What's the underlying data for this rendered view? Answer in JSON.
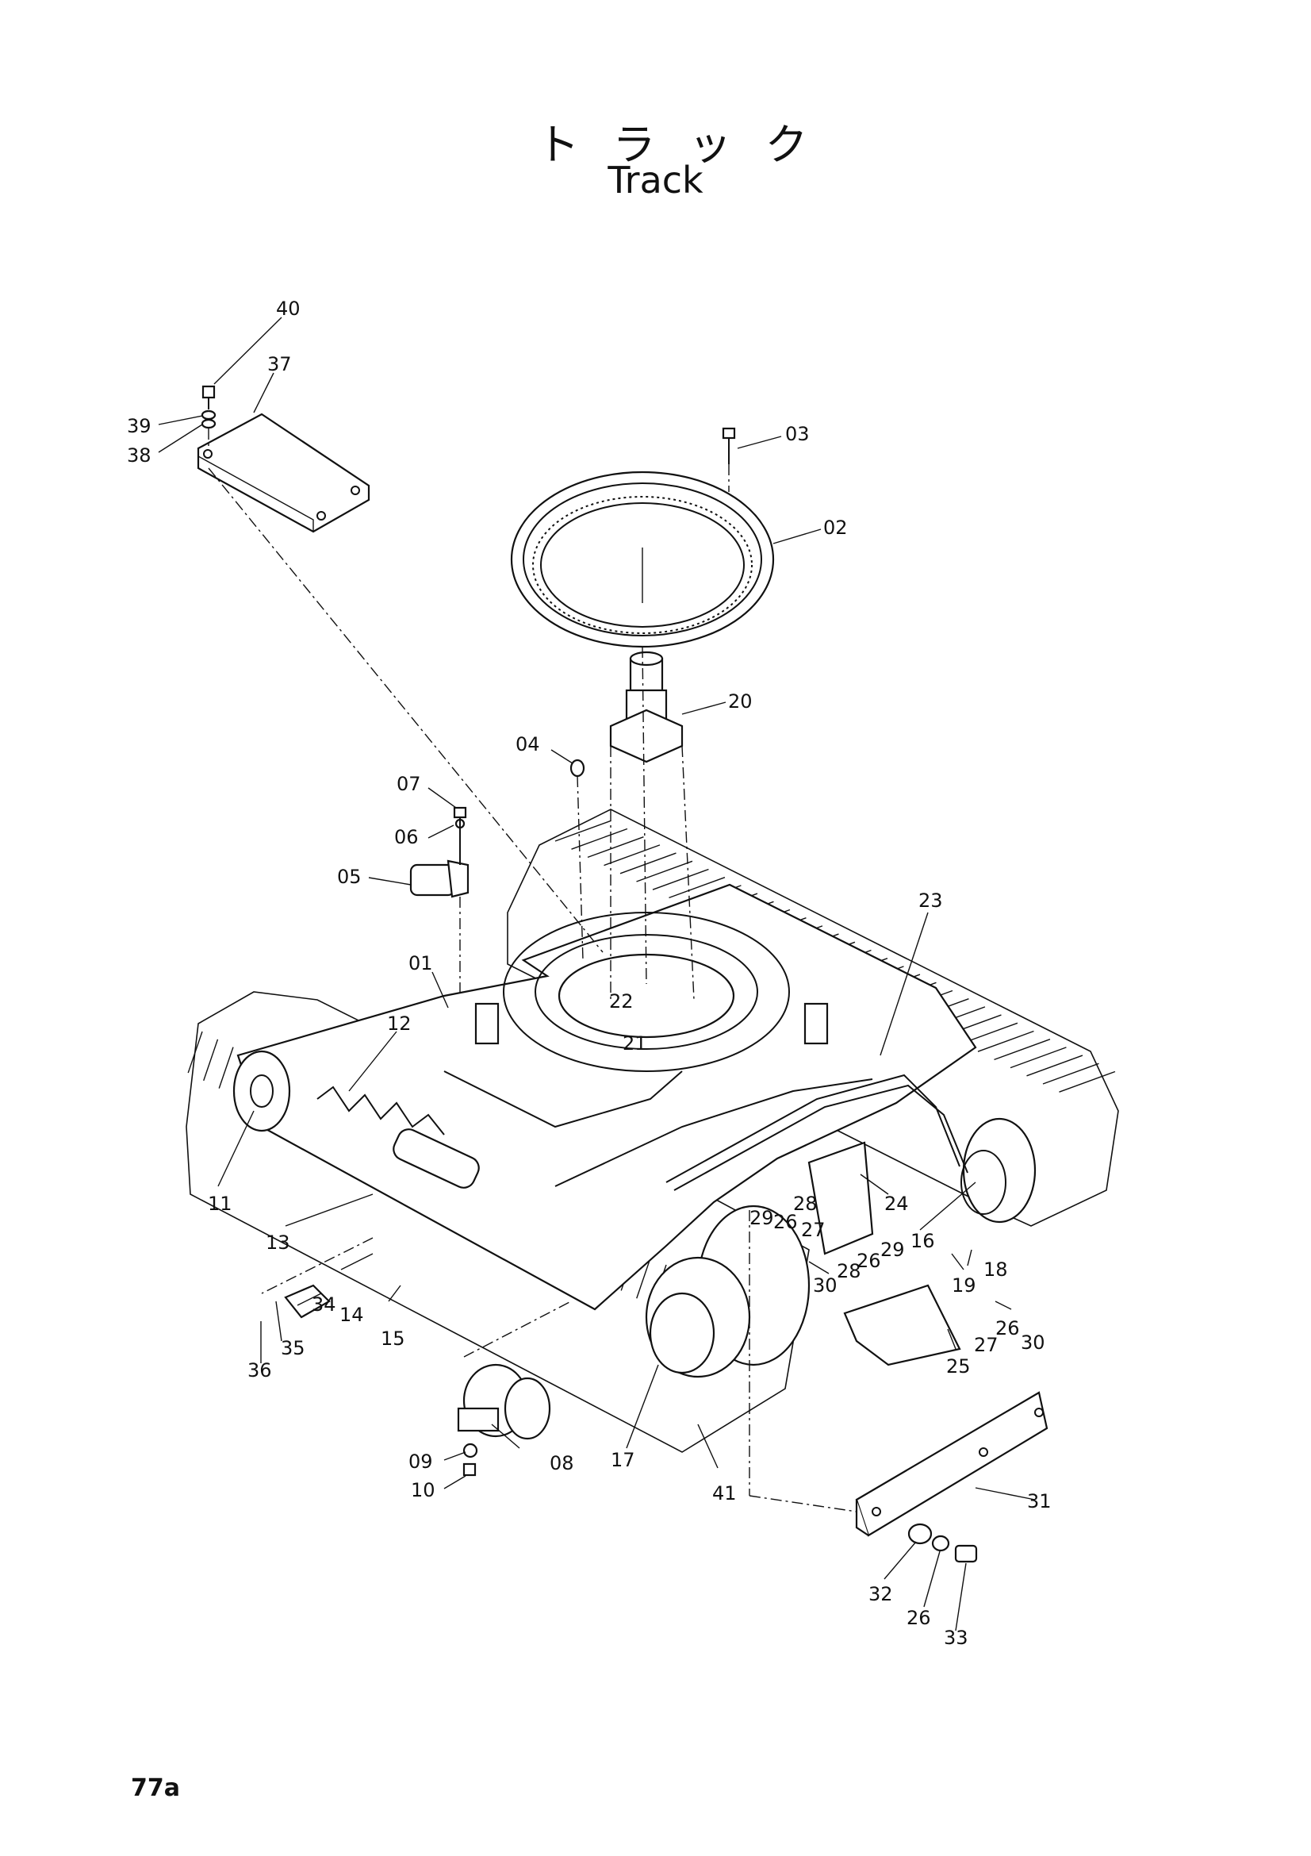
{
  "header": {
    "title_jp": "トラック",
    "title_en": "Track"
  },
  "page": {
    "number": "77a"
  },
  "callouts": [
    {
      "id": "40",
      "text": "40"
    },
    {
      "id": "37",
      "text": "37"
    },
    {
      "id": "39",
      "text": "39"
    },
    {
      "id": "38",
      "text": "38"
    },
    {
      "id": "03",
      "text": "03"
    },
    {
      "id": "02",
      "text": "02"
    },
    {
      "id": "20",
      "text": "20"
    },
    {
      "id": "04",
      "text": "04"
    },
    {
      "id": "07",
      "text": "07"
    },
    {
      "id": "06",
      "text": "06"
    },
    {
      "id": "05",
      "text": "05"
    },
    {
      "id": "01",
      "text": "01"
    },
    {
      "id": "12",
      "text": "12"
    },
    {
      "id": "22",
      "text": "22"
    },
    {
      "id": "21",
      "text": "21"
    },
    {
      "id": "23",
      "text": "23"
    },
    {
      "id": "11",
      "text": "11"
    },
    {
      "id": "13",
      "text": "13"
    },
    {
      "id": "29a",
      "text": "29"
    },
    {
      "id": "26a",
      "text": "26"
    },
    {
      "id": "28a",
      "text": "28"
    },
    {
      "id": "27a",
      "text": "27"
    },
    {
      "id": "24",
      "text": "24"
    },
    {
      "id": "16",
      "text": "16"
    },
    {
      "id": "18",
      "text": "18"
    },
    {
      "id": "19",
      "text": "19"
    },
    {
      "id": "30a",
      "text": "30"
    },
    {
      "id": "28b",
      "text": "28"
    },
    {
      "id": "26b",
      "text": "26"
    },
    {
      "id": "29b",
      "text": "29"
    },
    {
      "id": "14",
      "text": "14"
    },
    {
      "id": "15",
      "text": "15"
    },
    {
      "id": "34",
      "text": "34"
    },
    {
      "id": "35",
      "text": "35"
    },
    {
      "id": "36",
      "text": "36"
    },
    {
      "id": "30b",
      "text": "30"
    },
    {
      "id": "26c",
      "text": "26"
    },
    {
      "id": "27b",
      "text": "27"
    },
    {
      "id": "25",
      "text": "25"
    },
    {
      "id": "08",
      "text": "08"
    },
    {
      "id": "09",
      "text": "09"
    },
    {
      "id": "10",
      "text": "10"
    },
    {
      "id": "17",
      "text": "17"
    },
    {
      "id": "41",
      "text": "41"
    },
    {
      "id": "31",
      "text": "31"
    },
    {
      "id": "32",
      "text": "32"
    },
    {
      "id": "26d",
      "text": "26"
    },
    {
      "id": "33",
      "text": "33"
    }
  ]
}
